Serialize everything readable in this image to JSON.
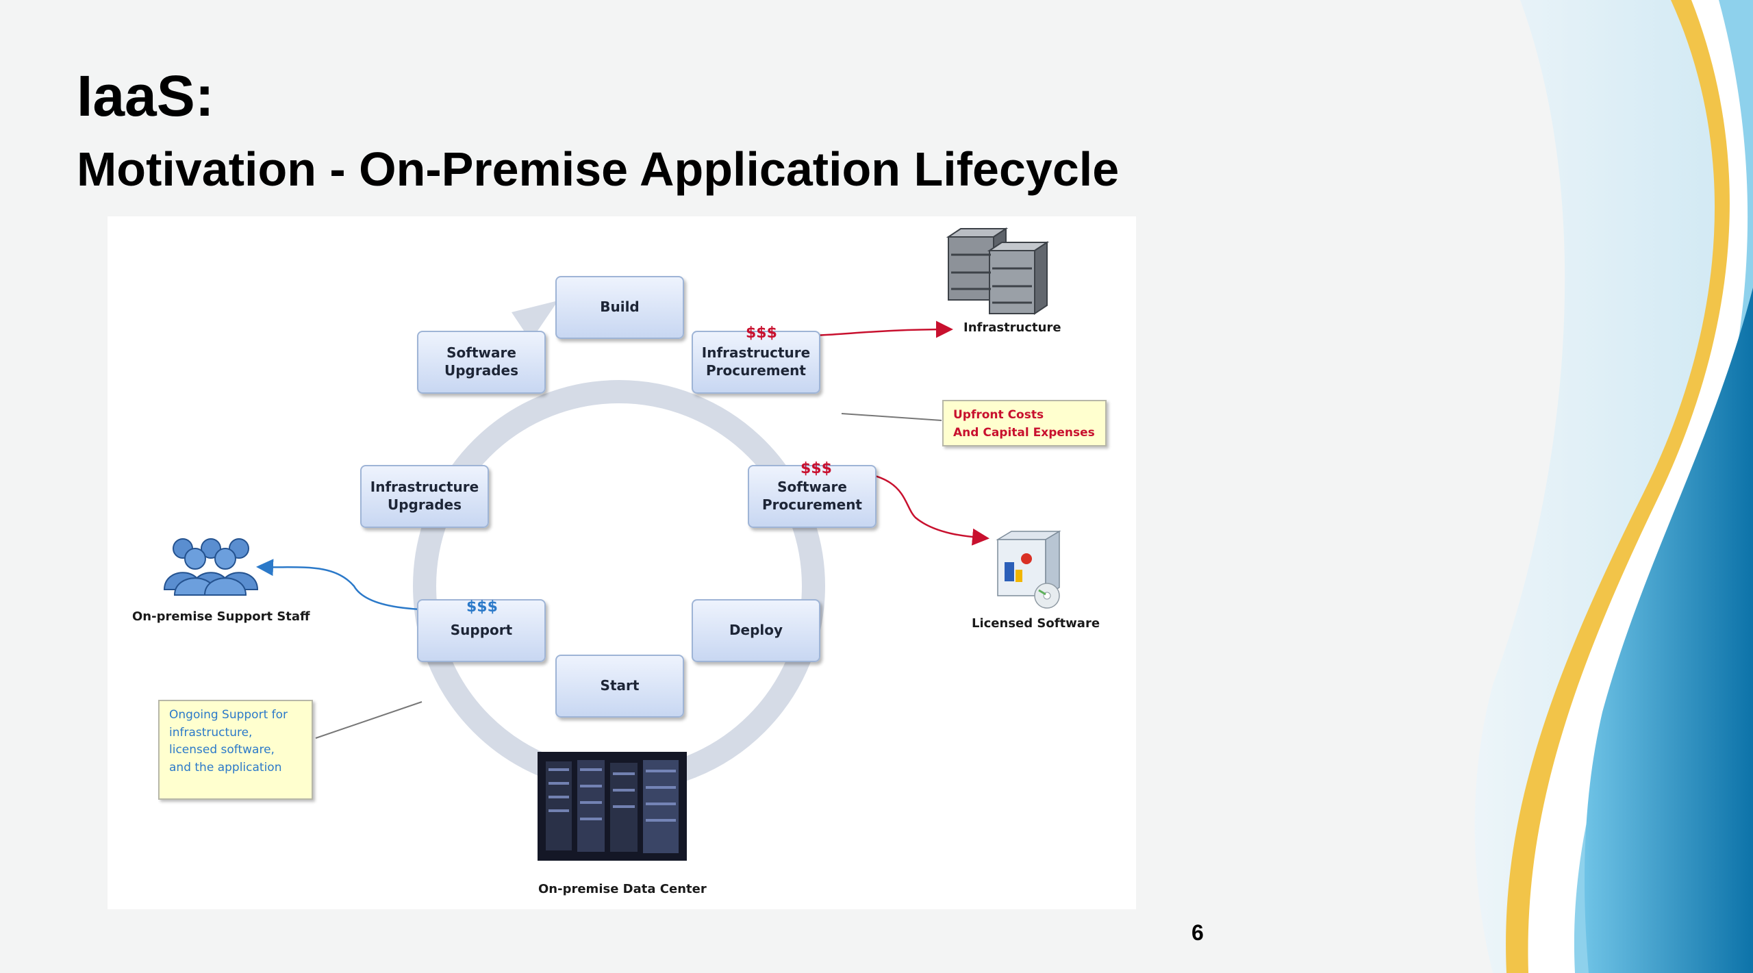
{
  "slide": {
    "title": "IaaS:",
    "subtitle": "Motivation - On-Premise Application Lifecycle",
    "page_number": "6"
  },
  "diagram": {
    "nodes": {
      "build": "Build",
      "infra_procurement": "Infrastructure\nProcurement",
      "software_procurement": "Software\nProcurement",
      "deploy": "Deploy",
      "start": "Start",
      "support": "Support",
      "infra_upgrades": "Infrastructure\nUpgrades",
      "software_upgrades": "Software\nUpgrades"
    },
    "costs": {
      "infra": "$$$",
      "software": "$$$",
      "support": "$$$"
    },
    "labels": {
      "infrastructure": "Infrastructure",
      "licensed_software": "Licensed Software",
      "support_staff": "On-premise Support Staff",
      "data_center": "On-premise Data Center"
    },
    "callouts": {
      "upfront": "Upfront Costs\nAnd Capital Expenses",
      "ongoing": "Ongoing Support for\ninfrastructure,\nlicensed software,\nand the application"
    }
  },
  "colors": {
    "cost_red": "#c8102e",
    "support_blue": "#2b79c9",
    "node_fill": "#c8d7f2",
    "callout_fill": "#ffffcf",
    "wave_gold": "#f2c449",
    "wave_blue": "#1f86b8"
  },
  "icons": [
    "server-stack-icon",
    "software-box-icon",
    "people-group-icon",
    "data-center-photo"
  ]
}
